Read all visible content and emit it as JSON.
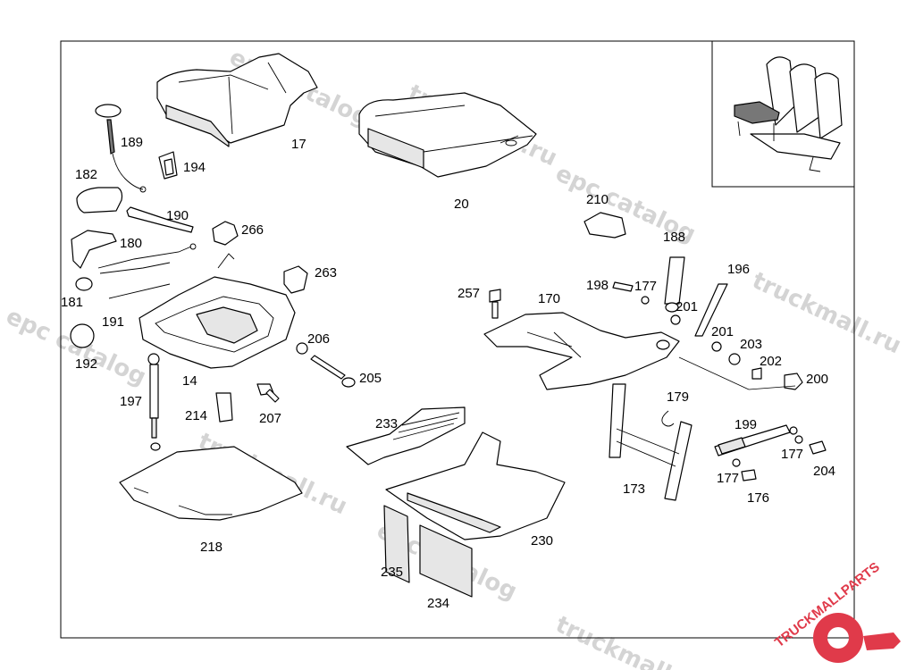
{
  "watermarks": [
    "epc catalog",
    "truckmall.ru",
    "epc catalog",
    "truckmall.ru",
    "epc catalog",
    "truckmall.ru",
    "epc catalog",
    "truckmall.ru",
    "truckmall.ru epc catalog",
    "truckmall.ru"
  ],
  "callouts": {
    "p17": "17",
    "p20": "20",
    "p189": "189",
    "p194": "194",
    "p182": "182",
    "p190": "190",
    "p266": "266",
    "p180": "180",
    "p263": "263",
    "p181": "181",
    "p191": "191",
    "p192": "192",
    "p206": "206",
    "p205": "205",
    "p197": "197",
    "p14": "14",
    "p214": "214",
    "p207": "207",
    "p218": "218",
    "p233": "233",
    "p230": "230",
    "p235": "235",
    "p234": "234",
    "p210": "210",
    "p188": "188",
    "p196": "196",
    "p257": "257",
    "p170": "170",
    "p198": "198",
    "p177a": "177",
    "p201a": "201",
    "p201b": "201",
    "p203": "203",
    "p202": "202",
    "p200": "200",
    "p179": "179",
    "p199": "199",
    "p173": "173",
    "p177b": "177",
    "p177c": "177",
    "p204": "204",
    "p176": "176"
  },
  "logo": {
    "text": "TRUCKMALLPARTS",
    "color": "#e03a4a"
  }
}
